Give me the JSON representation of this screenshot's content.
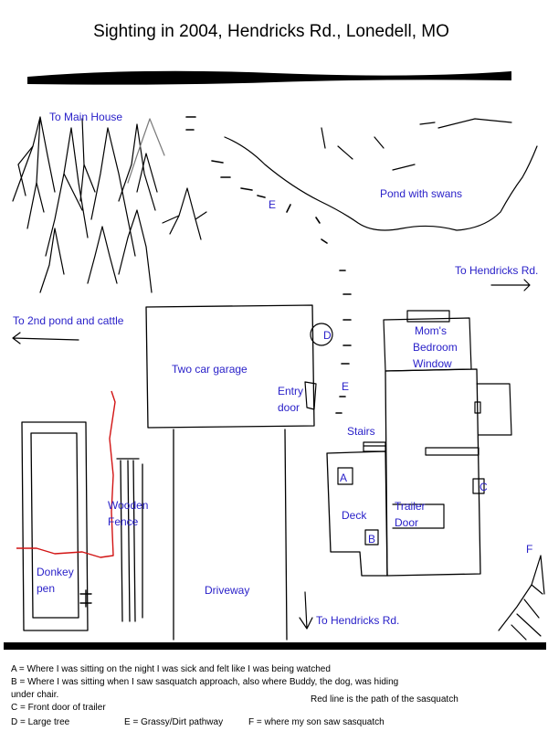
{
  "title": "Sighting in 2004, Hendricks Rd., Lonedell, MO",
  "colors": {
    "label": "#2a21c9",
    "path": "#d21414",
    "ink": "#000000"
  },
  "labels": {
    "main_house": "To Main House",
    "pond_swans": "Pond with swans",
    "hendricks_east": "To Hendricks Rd.",
    "second_pond": "To 2nd pond and cattle",
    "garage": "Two car garage",
    "entry_1": "Entry",
    "entry_2": "door",
    "moms_1": "Mom's",
    "moms_2": "Bedroom",
    "moms_3": "Window",
    "stairs": "Stairs",
    "fence_1": "Wooden",
    "fence_2": "Fence",
    "deck": "Deck",
    "trailer_1": "Trailer",
    "trailer_2": "Door",
    "donkey_1": "Donkey",
    "donkey_2": "pen",
    "driveway": "Driveway",
    "hendricks_south": "To Hendricks Rd.",
    "marker_a": "A",
    "marker_b": "B",
    "marker_c": "C",
    "marker_d": "D",
    "marker_e1": "E",
    "marker_e2": "E",
    "marker_f": "F"
  },
  "legend": {
    "a": "A = Where I was sitting on the night I was sick and felt like I was being watched",
    "b1": "B = Where I was sitting when I saw sasquatch approach, also where Buddy, the dog, was hiding",
    "b2": "under chair.",
    "red_line": "Red line is the path of the sasquatch",
    "c": "C = Front door of trailer",
    "d": "D = Large tree",
    "e": "E = Grassy/Dirt pathway",
    "f": "F = where my son saw sasquatch"
  }
}
